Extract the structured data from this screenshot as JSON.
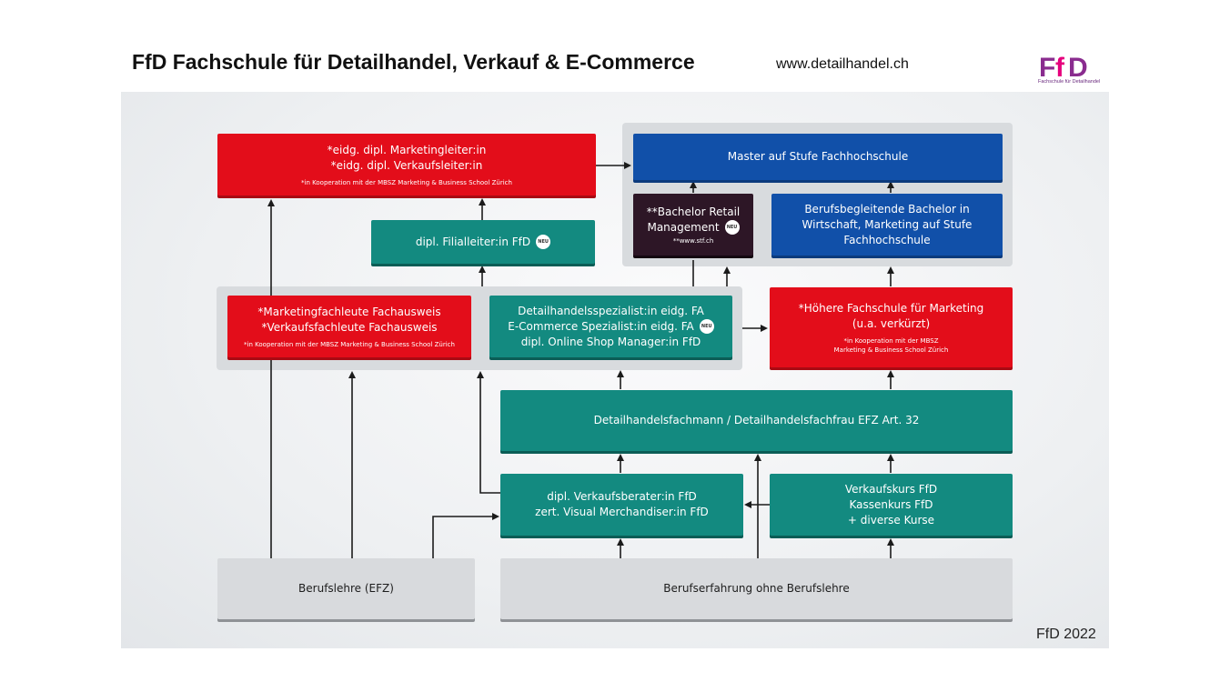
{
  "header": {
    "title": "FfD Fachschule für Detailhandel, Verkauf & E-Commerce",
    "url": "www.detailhandel.ch",
    "logo_text": "FfD",
    "logo_tagline": "Fachschule für Detailhandel"
  },
  "colors": {
    "red": "#e30d1a",
    "teal": "#138a80",
    "blue": "#1150a9",
    "dark": "#2d1626",
    "grey": "#d8dadd",
    "logo_purple": "#8a2c8f",
    "logo_pink": "#e6007e"
  },
  "badge": "NEU",
  "boxes": {
    "marketingleiter": {
      "line1": "*eidg. dipl. Marketingleiter:in",
      "line2": "*eidg. dipl. Verkaufsleiter:in",
      "note": "*in Kooperation mit der MBSZ Marketing & Business School Zürich"
    },
    "master": {
      "label": "Master auf Stufe Fachhochschule"
    },
    "bachelor_retail": {
      "line1": "**Bachelor Retail",
      "line2": "Management",
      "note": "**www.stf.ch"
    },
    "berufsbegleitend": {
      "line1": "Berufsbegleitende Bachelor in",
      "line2": "Wirtschaft, Marketing auf Stufe",
      "line3": "Fachhochschule"
    },
    "filialleiter": {
      "label": "dipl. Filialleiter:in FfD"
    },
    "fachleute": {
      "line1": "*Marketingfachleute Fachausweis",
      "line2": "*Verkaufsfachleute Fachausweis",
      "note": "*in Kooperation mit der MBSZ Marketing & Business School Zürich"
    },
    "spezialist": {
      "line1": "Detailhandelsspezialist:in eidg. FA",
      "line2": "E-Commerce Spezialist:in eidg. FA",
      "line3": "dipl. Online Shop Manager:in FfD"
    },
    "hoehere": {
      "line1": "*Höhere Fachschule für Marketing",
      "line2": "(u.a. verkürzt)",
      "note1": "*in Kooperation mit der MBSZ",
      "note2": "Marketing & Business School Zürich"
    },
    "efz": {
      "label": "Detailhandelsfachmann / Detailhandelsfachfrau EFZ Art. 32"
    },
    "verkaufsberater": {
      "line1": "dipl. Verkaufsberater:in FfD",
      "line2": "zert. Visual Merchandiser:in FfD"
    },
    "kurse": {
      "line1": "Verkaufskurs FfD",
      "line2": "Kassenkurs FfD",
      "line3": "+ diverse Kurse"
    },
    "berufslehre": {
      "label": "Berufslehre (EFZ)"
    },
    "berufserfahrung": {
      "label": "Berufserfahrung ohne Berufslehre"
    }
  },
  "footer": {
    "credit": "FfD 2022"
  }
}
